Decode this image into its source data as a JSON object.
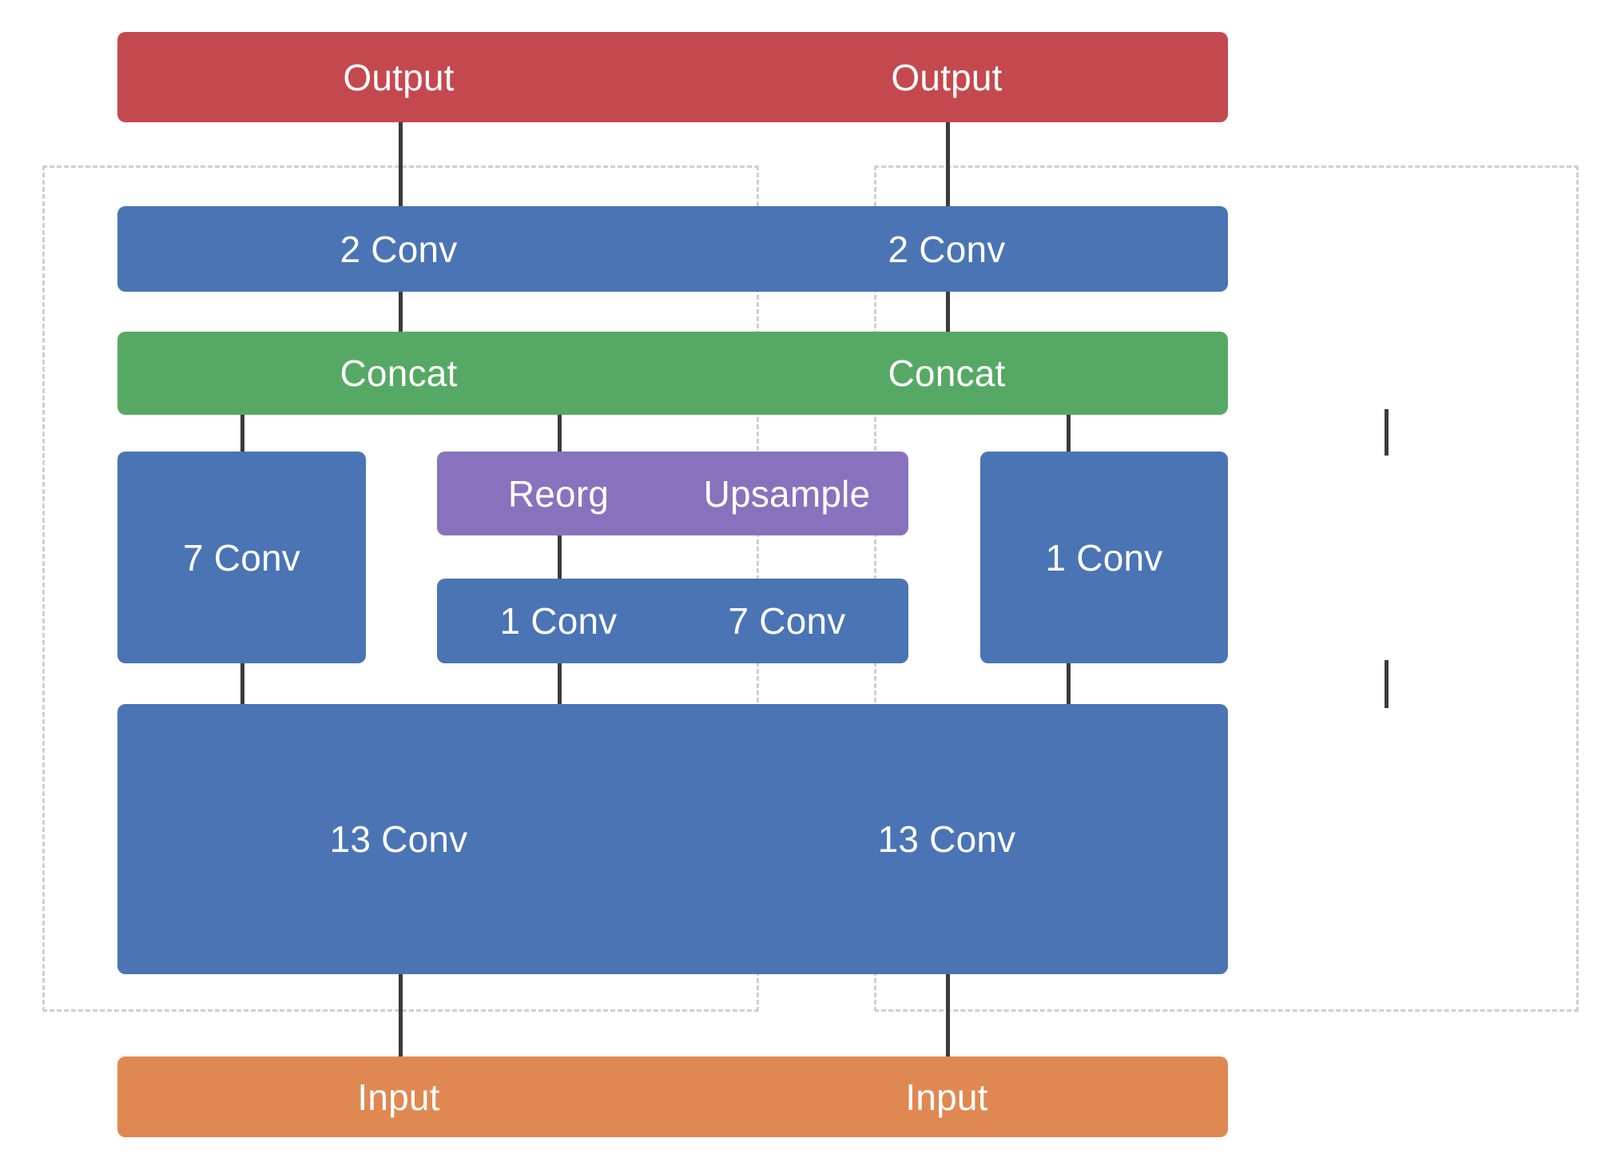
{
  "figure": {
    "type": "diagram",
    "subtype": "neural-network-architecture-comparison",
    "panel_count": 2,
    "background_color": "#ffffff"
  },
  "colors": {
    "output": "#c4494f",
    "input": "#e08852",
    "conv": "#4a74b4",
    "concat": "#56a964",
    "special": "#8872bd",
    "connector": "#3b3b3b",
    "dashed_border": "#cfcfcf",
    "node_text": "#ffffff"
  },
  "panels": [
    {
      "id": "left",
      "name": "yolov2-style-architecture",
      "nodes": [
        {
          "id": "l-output",
          "label": "Output",
          "kind": "output",
          "color": "#c4494f"
        },
        {
          "id": "l-2conv",
          "label": "2 Conv",
          "kind": "conv",
          "color": "#4a74b4"
        },
        {
          "id": "l-concat",
          "label": "Concat",
          "kind": "concat",
          "color": "#56a964"
        },
        {
          "id": "l-7conv",
          "label": "7 Conv",
          "kind": "conv",
          "color": "#4a74b4"
        },
        {
          "id": "l-reorg",
          "label": "Reorg",
          "kind": "special",
          "color": "#8872bd"
        },
        {
          "id": "l-1conv",
          "label": "1 Conv",
          "kind": "conv",
          "color": "#4a74b4"
        },
        {
          "id": "l-13conv",
          "label": "13 Conv",
          "kind": "conv",
          "color": "#4a74b4"
        },
        {
          "id": "l-input",
          "label": "Input",
          "kind": "input",
          "color": "#e08852"
        }
      ],
      "edges": [
        {
          "from": "l-13conv",
          "to": "l-7conv"
        },
        {
          "from": "l-13conv",
          "to": "l-1conv"
        },
        {
          "from": "l-1conv",
          "to": "l-reorg"
        },
        {
          "from": "l-7conv",
          "to": "l-concat"
        },
        {
          "from": "l-reorg",
          "to": "l-concat"
        },
        {
          "from": "l-concat",
          "to": "l-2conv"
        },
        {
          "from": "l-2conv",
          "to": "l-output"
        },
        {
          "from": "l-input",
          "to": "l-13conv"
        }
      ]
    },
    {
      "id": "right",
      "name": "upsample-style-architecture",
      "nodes": [
        {
          "id": "r-output",
          "label": "Output",
          "kind": "output",
          "color": "#c4494f"
        },
        {
          "id": "r-2conv",
          "label": "2 Conv",
          "kind": "conv",
          "color": "#4a74b4"
        },
        {
          "id": "r-concat",
          "label": "Concat",
          "kind": "concat",
          "color": "#56a964"
        },
        {
          "id": "r-upsample",
          "label": "Upsample",
          "kind": "special",
          "color": "#8872bd"
        },
        {
          "id": "r-7conv",
          "label": "7 Conv",
          "kind": "conv",
          "color": "#4a74b4"
        },
        {
          "id": "r-1conv",
          "label": "1 Conv",
          "kind": "conv",
          "color": "#4a74b4"
        },
        {
          "id": "r-13conv",
          "label": "13 Conv",
          "kind": "conv",
          "color": "#4a74b4"
        },
        {
          "id": "r-input",
          "label": "Input",
          "kind": "input",
          "color": "#e08852"
        }
      ],
      "edges": [
        {
          "from": "r-13conv",
          "to": "r-7conv"
        },
        {
          "from": "r-13conv",
          "to": "r-1conv"
        },
        {
          "from": "r-7conv",
          "to": "r-upsample"
        },
        {
          "from": "r-upsample",
          "to": "r-concat"
        },
        {
          "from": "r-1conv",
          "to": "r-concat"
        },
        {
          "from": "r-concat",
          "to": "r-2conv"
        },
        {
          "from": "r-2conv",
          "to": "r-output"
        },
        {
          "from": "r-input",
          "to": "r-13conv"
        }
      ]
    }
  ]
}
